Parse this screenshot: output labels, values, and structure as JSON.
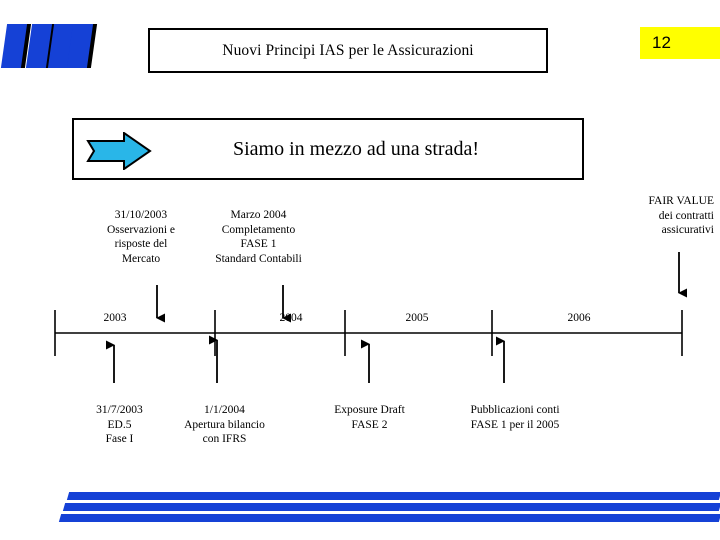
{
  "slide": {
    "page_number": "12",
    "title": "Nuovi Principi IAS per le Assicurazioni",
    "subtitle": "Siamo in mezzo ad una strada!",
    "arrow_icon": "right-arrow-icon",
    "arrow_color": "#29b6e8",
    "accent_color": "#1541d6",
    "highlight_color": "#ffff00"
  },
  "timeline": {
    "axis_color": "#000000",
    "years": [
      {
        "label": "2003"
      },
      {
        "label": "2004"
      },
      {
        "label": "2005"
      },
      {
        "label": "2006"
      }
    ],
    "above_events": [
      {
        "lines": [
          "31/10/2003",
          "Osservazioni e",
          "risposte del",
          "Mercato"
        ],
        "marker": "down-arrow-icon"
      },
      {
        "lines": [
          "Marzo 2004",
          "Completamento",
          "FASE 1",
          "Standard Contabili"
        ],
        "marker": "down-arrow-icon"
      },
      {
        "lines": [
          "FAIR VALUE",
          "dei contratti",
          "assicurativi"
        ],
        "marker": "down-arrow-icon"
      }
    ],
    "below_events": [
      {
        "lines": [
          "31/7/2003",
          "ED.5",
          "Fase I"
        ],
        "marker": "up-arrow-icon"
      },
      {
        "lines": [
          "1/1/2004",
          "Apertura bilancio",
          "con IFRS"
        ],
        "marker": "up-arrow-icon"
      },
      {
        "lines": [
          "Exposure Draft",
          "FASE 2"
        ],
        "marker": "up-arrow-icon"
      },
      {
        "lines": [
          "Pubblicazioni conti",
          "FASE 1 per il 2005"
        ],
        "marker": "up-arrow-icon"
      }
    ]
  },
  "decoration": {
    "top_left_bars": "four-slanted-bars",
    "bottom_ribbons": 3
  }
}
